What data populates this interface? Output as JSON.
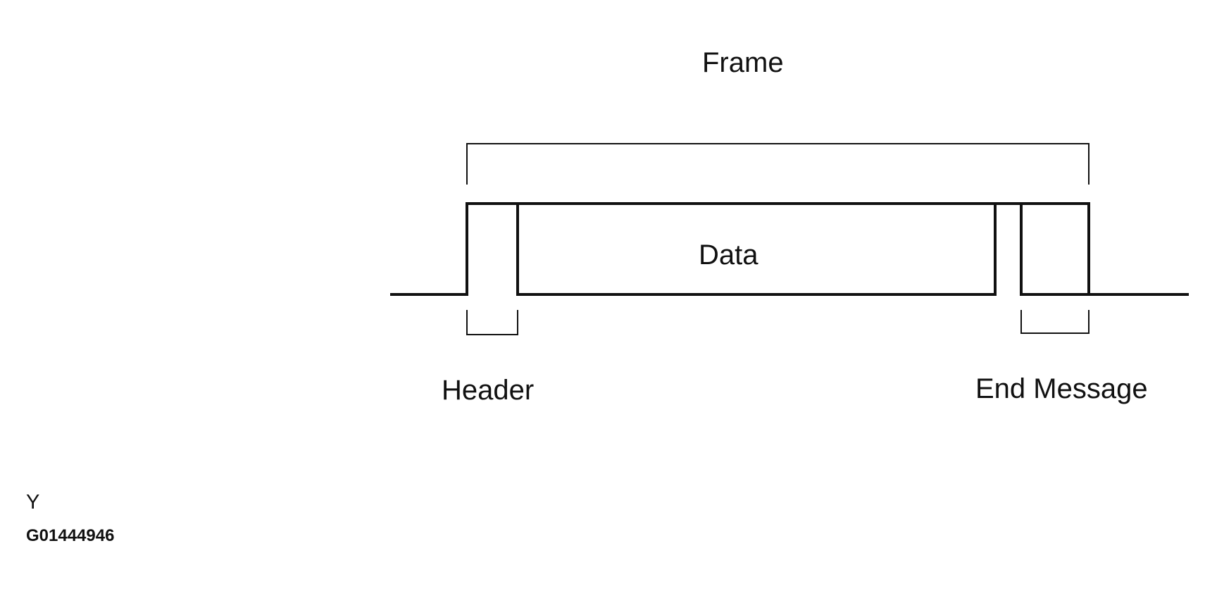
{
  "labels": {
    "frame": "Frame",
    "data": "Data",
    "header": "Header",
    "end_message": "End Message"
  },
  "figure_code": {
    "letter": "Y",
    "id": "G01444946"
  },
  "colors": {
    "line": "#111111",
    "background": "#ffffff"
  }
}
